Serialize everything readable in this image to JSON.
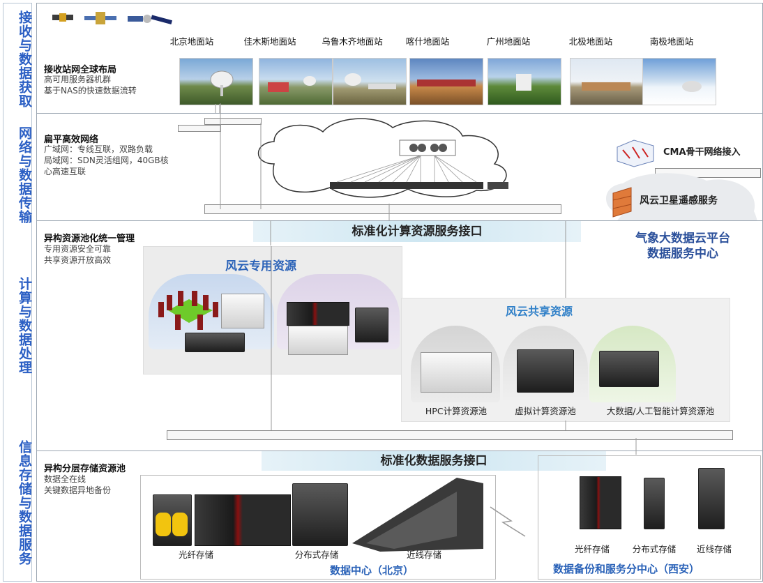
{
  "colors": {
    "accent": "#2b5fc4",
    "banner": "#cfe7f2",
    "cloud": "#e9ebee"
  },
  "sidebar": [
    "接收与数据获取",
    "网络与数据传输",
    "计算与数据处理",
    "信息存储与数据服务"
  ],
  "receive": {
    "title": "接收站网全球布局",
    "lines": [
      "高可用服务器机群",
      "基于NAS的快速数据流转"
    ],
    "stations": [
      "北京地面站",
      "佳木斯地面站",
      "乌鲁木齐地面站",
      "喀什地面站",
      "广州地面站",
      "北极地面站",
      "南极地面站"
    ]
  },
  "network": {
    "title": "扁平高效网络",
    "lines": [
      "广域网：专线互联，双路负载",
      "局域网：SDN灵活组网，40GB核",
      "心高速互联"
    ],
    "cma": "CMA骨干网络接入",
    "fy_service": "风云卫星遥感服务",
    "cloud_platform": [
      "气象大数据云平台",
      "数据服务中心"
    ]
  },
  "compute": {
    "title": "异构资源池化统一管理",
    "lines": [
      "专用资源安全可靠",
      "共享资源开放高效"
    ],
    "banner": "标准化计算资源服务接口",
    "dedicated": "风云专用资源",
    "shared": "风云共享资源",
    "pools": [
      "HPC计算资源池",
      "虚拟计算资源池",
      "大数据/人工智能计算资源池"
    ]
  },
  "storage": {
    "title": "异构分层存储资源池",
    "lines": [
      "数据全在线",
      "关键数据异地备份"
    ],
    "banner": "标准化数据服务接口",
    "beijing_items": [
      "光纤存储",
      "分布式存储",
      "近线存储"
    ],
    "beijing_center": "数据中心（北京）",
    "xian_items": [
      "光纤存储",
      "分布式存储",
      "近线存储"
    ],
    "xian_center": "数据备份和服务分中心（西安）"
  }
}
